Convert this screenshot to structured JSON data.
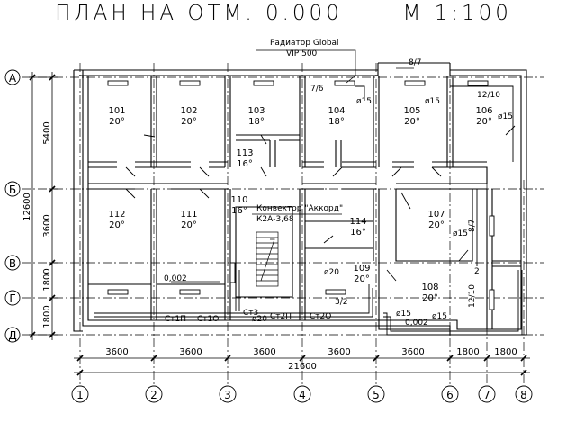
{
  "title": "ПЛАН НА ОТМ. 0.000",
  "scale": "М 1:100",
  "radiator_label_1": "Радиатор Global",
  "radiator_label_2": "VIP 500",
  "convector_label_1": "Конвектор \"Аккорд\"",
  "convector_label_2": "К2А-3,68",
  "axes_letters": [
    "А",
    "Б",
    "В",
    "Г",
    "Д"
  ],
  "axes_numbers": [
    "1",
    "2",
    "3",
    "4",
    "5",
    "6",
    "7",
    "8"
  ],
  "left_dims": {
    "d_5400": "5400",
    "d_3600": "3600",
    "d_1800a": "1800",
    "d_1800b": "1800",
    "total": "12600"
  },
  "bottom_dims": [
    "3600",
    "3600",
    "3600",
    "3600",
    "3600",
    "1800",
    "1800"
  ],
  "bottom_total": "21600",
  "rooms": [
    {
      "num": "101",
      "temp": "20°"
    },
    {
      "num": "102",
      "temp": "20°"
    },
    {
      "num": "103",
      "temp": "18°"
    },
    {
      "num": "104",
      "temp": "18°"
    },
    {
      "num": "105",
      "temp": "20°"
    },
    {
      "num": "106",
      "temp": "20°"
    },
    {
      "num": "112",
      "temp": "20°"
    },
    {
      "num": "111",
      "temp": "20°"
    },
    {
      "num": "113",
      "temp": "16°"
    },
    {
      "num": "110",
      "temp": "16°"
    },
    {
      "num": "114",
      "temp": "16°"
    },
    {
      "num": "107",
      "temp": "20°"
    },
    {
      "num": "109",
      "temp": "20°"
    },
    {
      "num": "108",
      "temp": "20°"
    }
  ],
  "pipe_labels": {
    "p87_top": "8/7",
    "p76": "7/6",
    "p1210_top": "12/10",
    "p87_right": "8/7",
    "p1210_right": "12/10",
    "p2": "2",
    "p32": "3/2",
    "d15_a": "ø15",
    "d15_b": "ø15",
    "d15_c": "ø15",
    "d15_d": "ø15",
    "d15_e": "ø15",
    "d15_f": "ø15",
    "d20_a": "ø20",
    "d20_b": "ø20",
    "slope_1": "0,002",
    "slope_2": "0,002"
  },
  "risers": [
    "Ст1П",
    "Ст1О",
    "Ст3",
    "Ст2П",
    "Ст2О"
  ]
}
